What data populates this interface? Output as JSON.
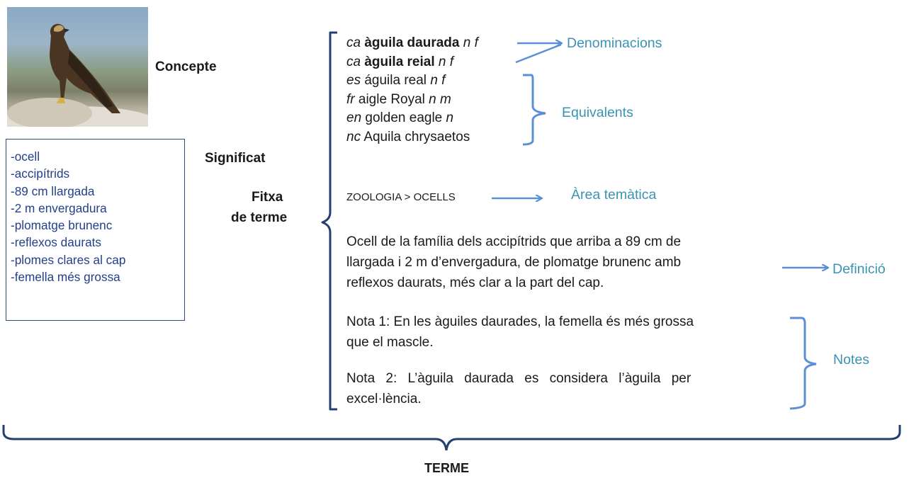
{
  "concept_label": "Concepte",
  "meaning_label": "Significat",
  "card_label_line1": "Fitxa",
  "card_label_line2": "de terme",
  "bottom_label": "TERME",
  "meaning_features": [
    "-ocell",
    "-accipítrids",
    "-89 cm llargada",
    "-2 m envergadura",
    "-plomatge brunenc",
    "-reflexos daurats",
    "-plomes clares al cap",
    "-femella més grossa"
  ],
  "term_entries": [
    {
      "lang": "ca",
      "term": "àguila daurada",
      "gram": "n f",
      "bold": true
    },
    {
      "lang": "ca",
      "term": "àguila reial",
      "gram": "n f",
      "bold": true
    },
    {
      "lang": "es",
      "term": "águila real",
      "gram": "n f",
      "bold": false
    },
    {
      "lang": "fr",
      "term": "aigle Royal",
      "gram": "n m",
      "bold": false
    },
    {
      "lang": "en",
      "term": "golden eagle",
      "gram": "n",
      "bold": false
    },
    {
      "lang": "nc",
      "term": "Aquila chrysaetos",
      "gram": "",
      "bold": false
    }
  ],
  "subject_area": "ZOOLOGIA > OCELLS",
  "definition_lines": [
    "Ocell de la família dels accipítrids que arriba a 89 cm de",
    "llargada i 2 m d’envergadura, de plomatge brunenc amb",
    "reflexos daurats, més clar a la part del cap."
  ],
  "note1_lines": [
    "Nota 1: En les àguiles daurades, la femella és més grossa",
    "que el mascle."
  ],
  "note2_lines": [
    "Nota 2: L’àguila daurada es considera l’àguila per",
    "excel·lència."
  ],
  "callouts": {
    "denominations": "Denominacions",
    "equivalents": "Equivalents",
    "subject_area": "Àrea temàtica",
    "definition": "Definició",
    "notes": "Notes"
  },
  "colors": {
    "arrow": "#5b8fd6",
    "callout_text": "#3a93b4",
    "brace": "#24406e",
    "feature_text": "#24408a"
  },
  "icons": {
    "photo": "golden-eagle-photo"
  }
}
